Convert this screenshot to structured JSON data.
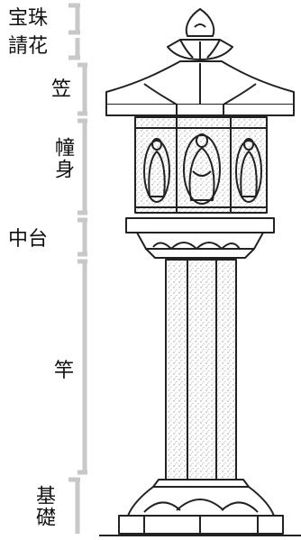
{
  "labels": {
    "hoju": "宝珠",
    "ukebana": "請花",
    "kasa": "笠",
    "hibukuro": "幢身",
    "nakadai": "中台",
    "sao": "竿",
    "kiso": "基礎"
  },
  "colors": {
    "line": "#222222",
    "bracket": "#c8c8c8",
    "texture": "#9a9a9a"
  }
}
